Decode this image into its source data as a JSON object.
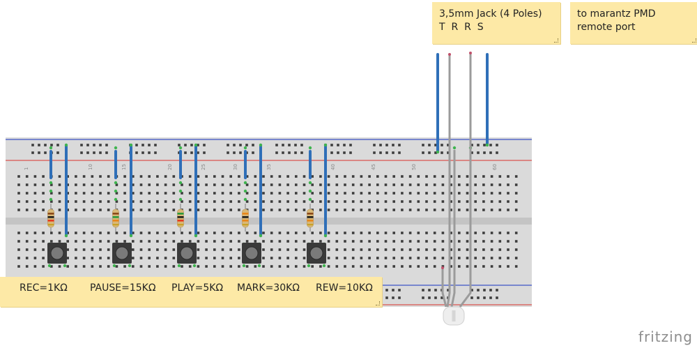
{
  "notes": {
    "jack": {
      "line1": "3,5mm Jack (4 Poles)",
      "line2": "T  R  R  S"
    },
    "marantz": {
      "line1": "to marantz PMD",
      "line2": "remote port"
    }
  },
  "buttons": [
    {
      "label": "REC=1KΩ",
      "band_colors": [
        "#8b4a1a",
        "#1b1b1b",
        "#e53b1f"
      ]
    },
    {
      "label": "PAUSE=15KΩ",
      "band_colors": [
        "#8b4a1a",
        "#2a9b3b",
        "#e8861a"
      ]
    },
    {
      "label": "PLAY=5KΩ",
      "band_colors": [
        "#2a9b3b",
        "#1b1b1b",
        "#e53b1f"
      ]
    },
    {
      "label": "MARK=30KΩ",
      "band_colors": [
        "#e8861a",
        "#1b1b1b",
        "#e8861a"
      ]
    },
    {
      "label": "REW=10KΩ",
      "band_colors": [
        "#8b4a1a",
        "#1b1b1b",
        "#e8861a"
      ]
    }
  ],
  "breadboard_numbers": [
    "1",
    "10",
    "15",
    "20",
    "25",
    "30",
    "35",
    "40",
    "45",
    "50",
    "60"
  ],
  "logo": "fritzing",
  "colors": {
    "board": "#dadada",
    "note": "#fde9a6",
    "wire_blue": "#2f6fb8",
    "wire_grey": "#9b9b9b"
  }
}
